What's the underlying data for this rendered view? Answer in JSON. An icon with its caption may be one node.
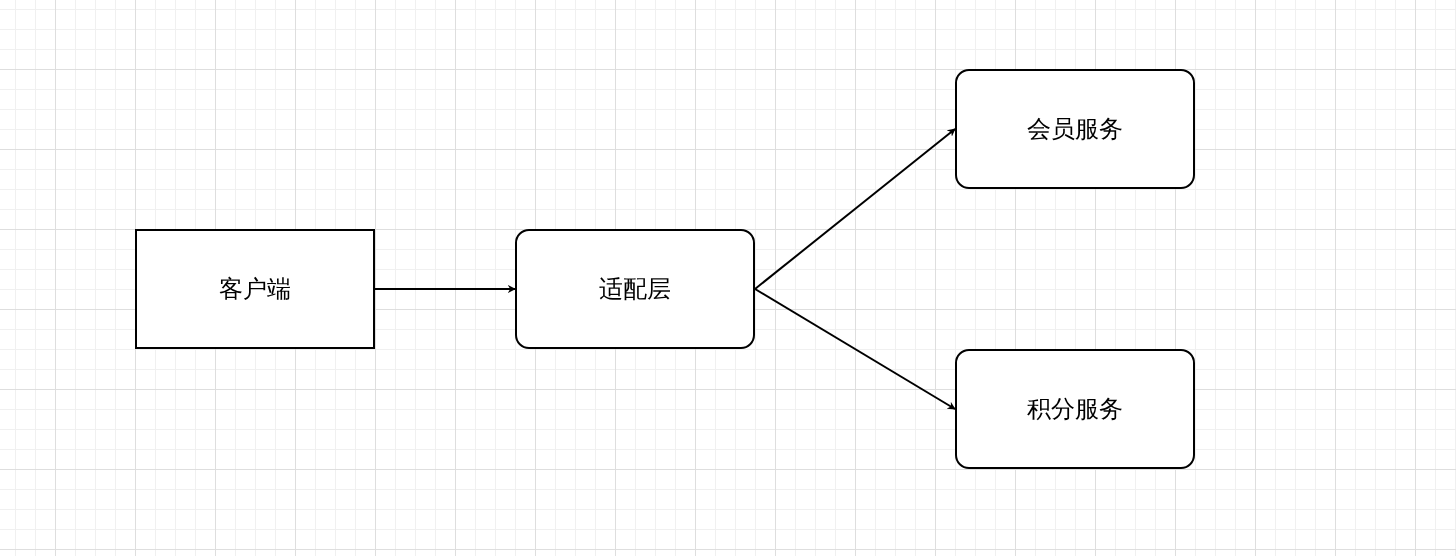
{
  "diagram": {
    "nodes": [
      {
        "text": [
          "客户端"
        ]
      },
      {
        "text": [
          "适配层"
        ]
      },
      {
        "text": [
          "会员服务"
        ]
      },
      {
        "text": [
          "积分服务"
        ]
      }
    ],
    "edges": [
      {
        "from": 0,
        "to": 1,
        "arrow": "to"
      },
      {
        "from": 1,
        "to": 2,
        "arrow": "to"
      },
      {
        "from": 1,
        "to": 3,
        "arrow": "to"
      }
    ]
  }
}
